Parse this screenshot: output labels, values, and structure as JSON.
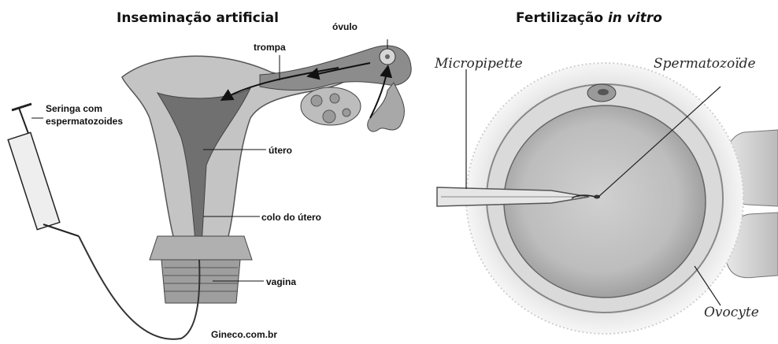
{
  "left_panel": {
    "title": "Inseminação artificial",
    "labels": {
      "ovulo": "óvulo",
      "trompa": "trompa",
      "seringa_line1": "Seringa com",
      "seringa_line2": "espermatozoides",
      "utero": "útero",
      "colo": "colo do útero",
      "vagina": "vagina"
    },
    "source": "Gineco.com.br"
  },
  "right_panel": {
    "title_main": "Fertilização ",
    "title_italic": "in vitro",
    "labels": {
      "micropipette": "Micropipette",
      "spermatozoide": "Spermatozoïde",
      "ovocyte": "Ovocyte"
    }
  },
  "colors": {
    "uterus_wall": "#bdbdbd",
    "uterus_cavity": "#6e6e6e",
    "cell_fill": "#c9c9c9",
    "cell_ring": "#e4e4e4"
  }
}
